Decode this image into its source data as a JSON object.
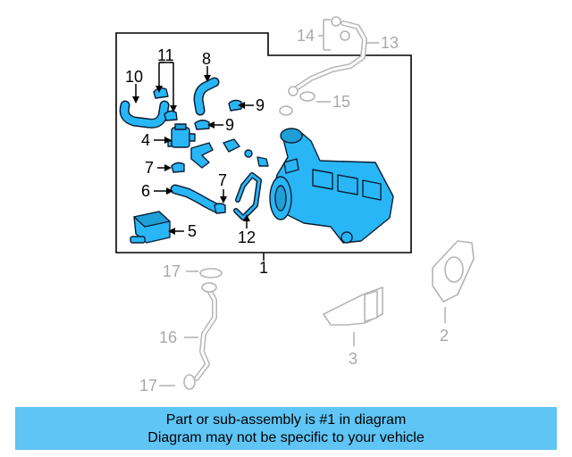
{
  "callouts": {
    "c1": "1",
    "c2": "2",
    "c3": "3",
    "c4": "4",
    "c5": "5",
    "c6": "6",
    "c7a": "7",
    "c7b": "7",
    "c8": "8",
    "c9a": "9",
    "c9b": "9",
    "c10": "10",
    "c11": "11",
    "c12": "12",
    "c13": "13",
    "c14": "14",
    "c15": "15",
    "c16": "16",
    "c17a": "17",
    "c17b": "17"
  },
  "colors": {
    "highlight": "#29b6f6",
    "footer_bg": "#5ec5f5",
    "unrelated_parts": "#b5b5b5"
  },
  "footer": {
    "line1": "Part or sub-assembly is #1 in diagram",
    "line2": "Diagram may not be specific to your vehicle"
  }
}
